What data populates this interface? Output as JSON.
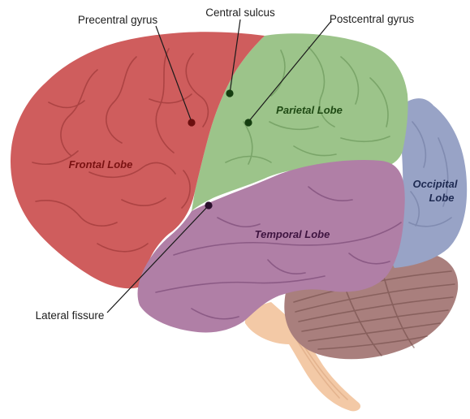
{
  "callouts": {
    "precentral": "Precentral gyrus",
    "central": "Central sulcus",
    "postcentral": "Postcentral gyrus",
    "lateral": "Lateral fissure"
  },
  "lobes": {
    "frontal": "Frontal Lobe",
    "parietal": "Parietal Lobe",
    "temporal": "Temporal Lobe",
    "occipital_line1": "Occipital",
    "occipital_line2": "Lobe"
  },
  "colors": {
    "frontal": "#cf5d5d",
    "frontal_text": "#7a1212",
    "parietal": "#9cc48a",
    "parietal_text": "#1f4a14",
    "temporal": "#b07fa6",
    "temporal_text": "#3e1440",
    "occipital": "#98a3c6",
    "occipital_text": "#1e2a52",
    "cerebellum": "#a97f7d",
    "brainstem": "#f3c9a6"
  }
}
